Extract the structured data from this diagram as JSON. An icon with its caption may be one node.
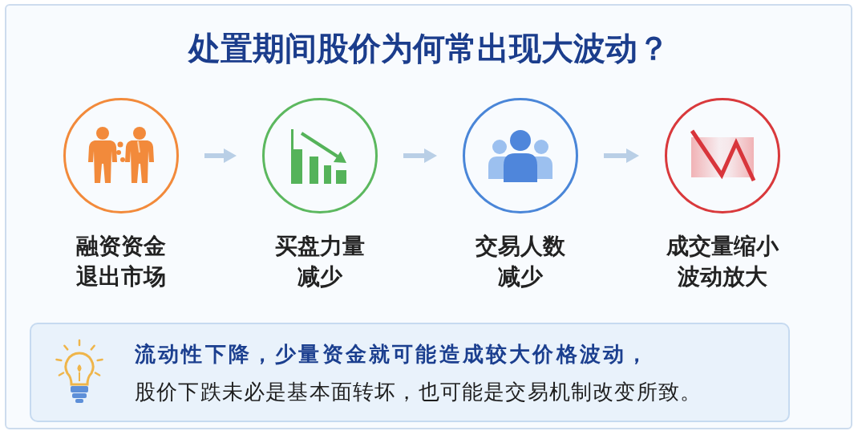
{
  "diagram": {
    "title": "处置期间股价为何常出现大波动？",
    "nodes": [
      {
        "text": [
          "融资资金退出市场"
        ]
      },
      {
        "text": [
          "买盘力量减少"
        ]
      },
      {
        "text": [
          "交易人数减少"
        ]
      },
      {
        "text": [
          "成交量缩小波动放大"
        ]
      },
      {
        "text": [
          "流动性下降，少量资金就可能造成较大价格波动，",
          "股价下跌未必是基本面转坏，也可能是交易机制改变所致。"
        ]
      }
    ],
    "edges": [
      {
        "from": 0,
        "to": 1,
        "arrow": "to"
      },
      {
        "from": 1,
        "to": 2,
        "arrow": "to"
      },
      {
        "from": 2,
        "to": 3,
        "arrow": "to"
      }
    ]
  }
}
